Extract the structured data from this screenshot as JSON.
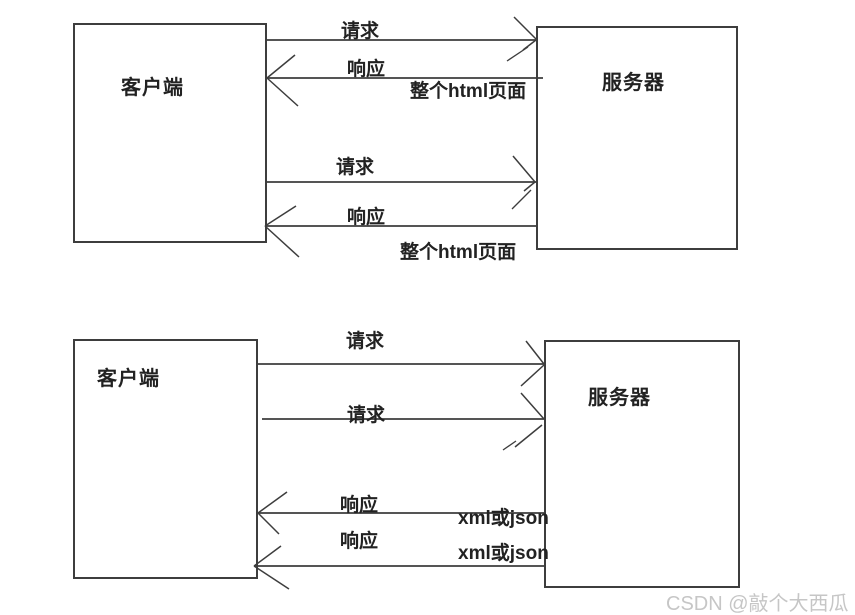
{
  "diagram_top": {
    "client_label": "客户端",
    "server_label": "服务器",
    "exchanges": [
      {
        "request": "请求",
        "response": "响应",
        "payload": "整个html页面"
      },
      {
        "request": "请求",
        "response": "响应",
        "payload": "整个html页面"
      }
    ]
  },
  "diagram_bottom": {
    "client_label": "客户端",
    "server_label": "服务器",
    "requests": [
      {
        "label": "请求"
      },
      {
        "label": "请求"
      }
    ],
    "responses": [
      {
        "label": "响应",
        "payload": "xml或json"
      },
      {
        "label": "响应",
        "payload": "xml或json"
      }
    ]
  },
  "watermark": "CSDN @敲个大西瓜",
  "colors": {
    "line": "#3d3d3d",
    "text": "#222222",
    "watermark": "#c6c6c6",
    "background": "#ffffff"
  }
}
